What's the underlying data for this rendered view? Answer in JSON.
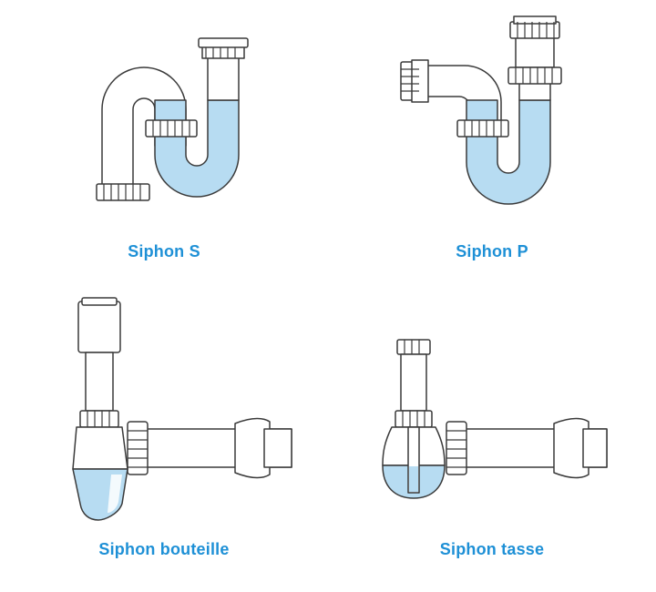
{
  "accent_color": "#1e90d6",
  "water_color": "#b7dcf2",
  "outline_color": "#3a3a3a",
  "siphons": [
    {
      "label": "Siphon S",
      "icon": "s-trap-icon"
    },
    {
      "label": "Siphon P",
      "icon": "p-trap-icon"
    },
    {
      "label": "Siphon bouteille",
      "icon": "bottle-trap-icon"
    },
    {
      "label": "Siphon tasse",
      "icon": "cup-trap-icon"
    }
  ]
}
